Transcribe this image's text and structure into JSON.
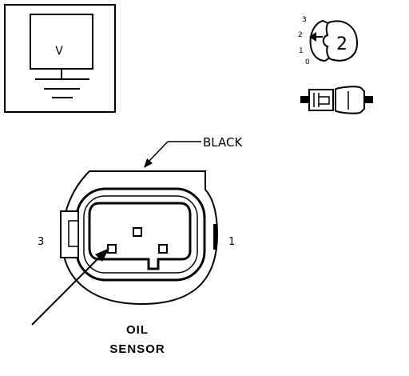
{
  "meter_box": {
    "symbol": "V",
    "icon": "voltmeter-icon"
  },
  "key_switch": {
    "positions": [
      "3",
      "2",
      "1",
      "0"
    ],
    "number": "2",
    "icon": "ignition-key-icon"
  },
  "connector_icon": "connector-pair-icon",
  "wire_color_label": "BLACK",
  "pin_labels": {
    "left": "3",
    "right": "1"
  },
  "component_label": {
    "line1": "OIL",
    "line2": "SENSOR"
  },
  "colors": {
    "ink": "#000000",
    "background": "#ffffff"
  }
}
